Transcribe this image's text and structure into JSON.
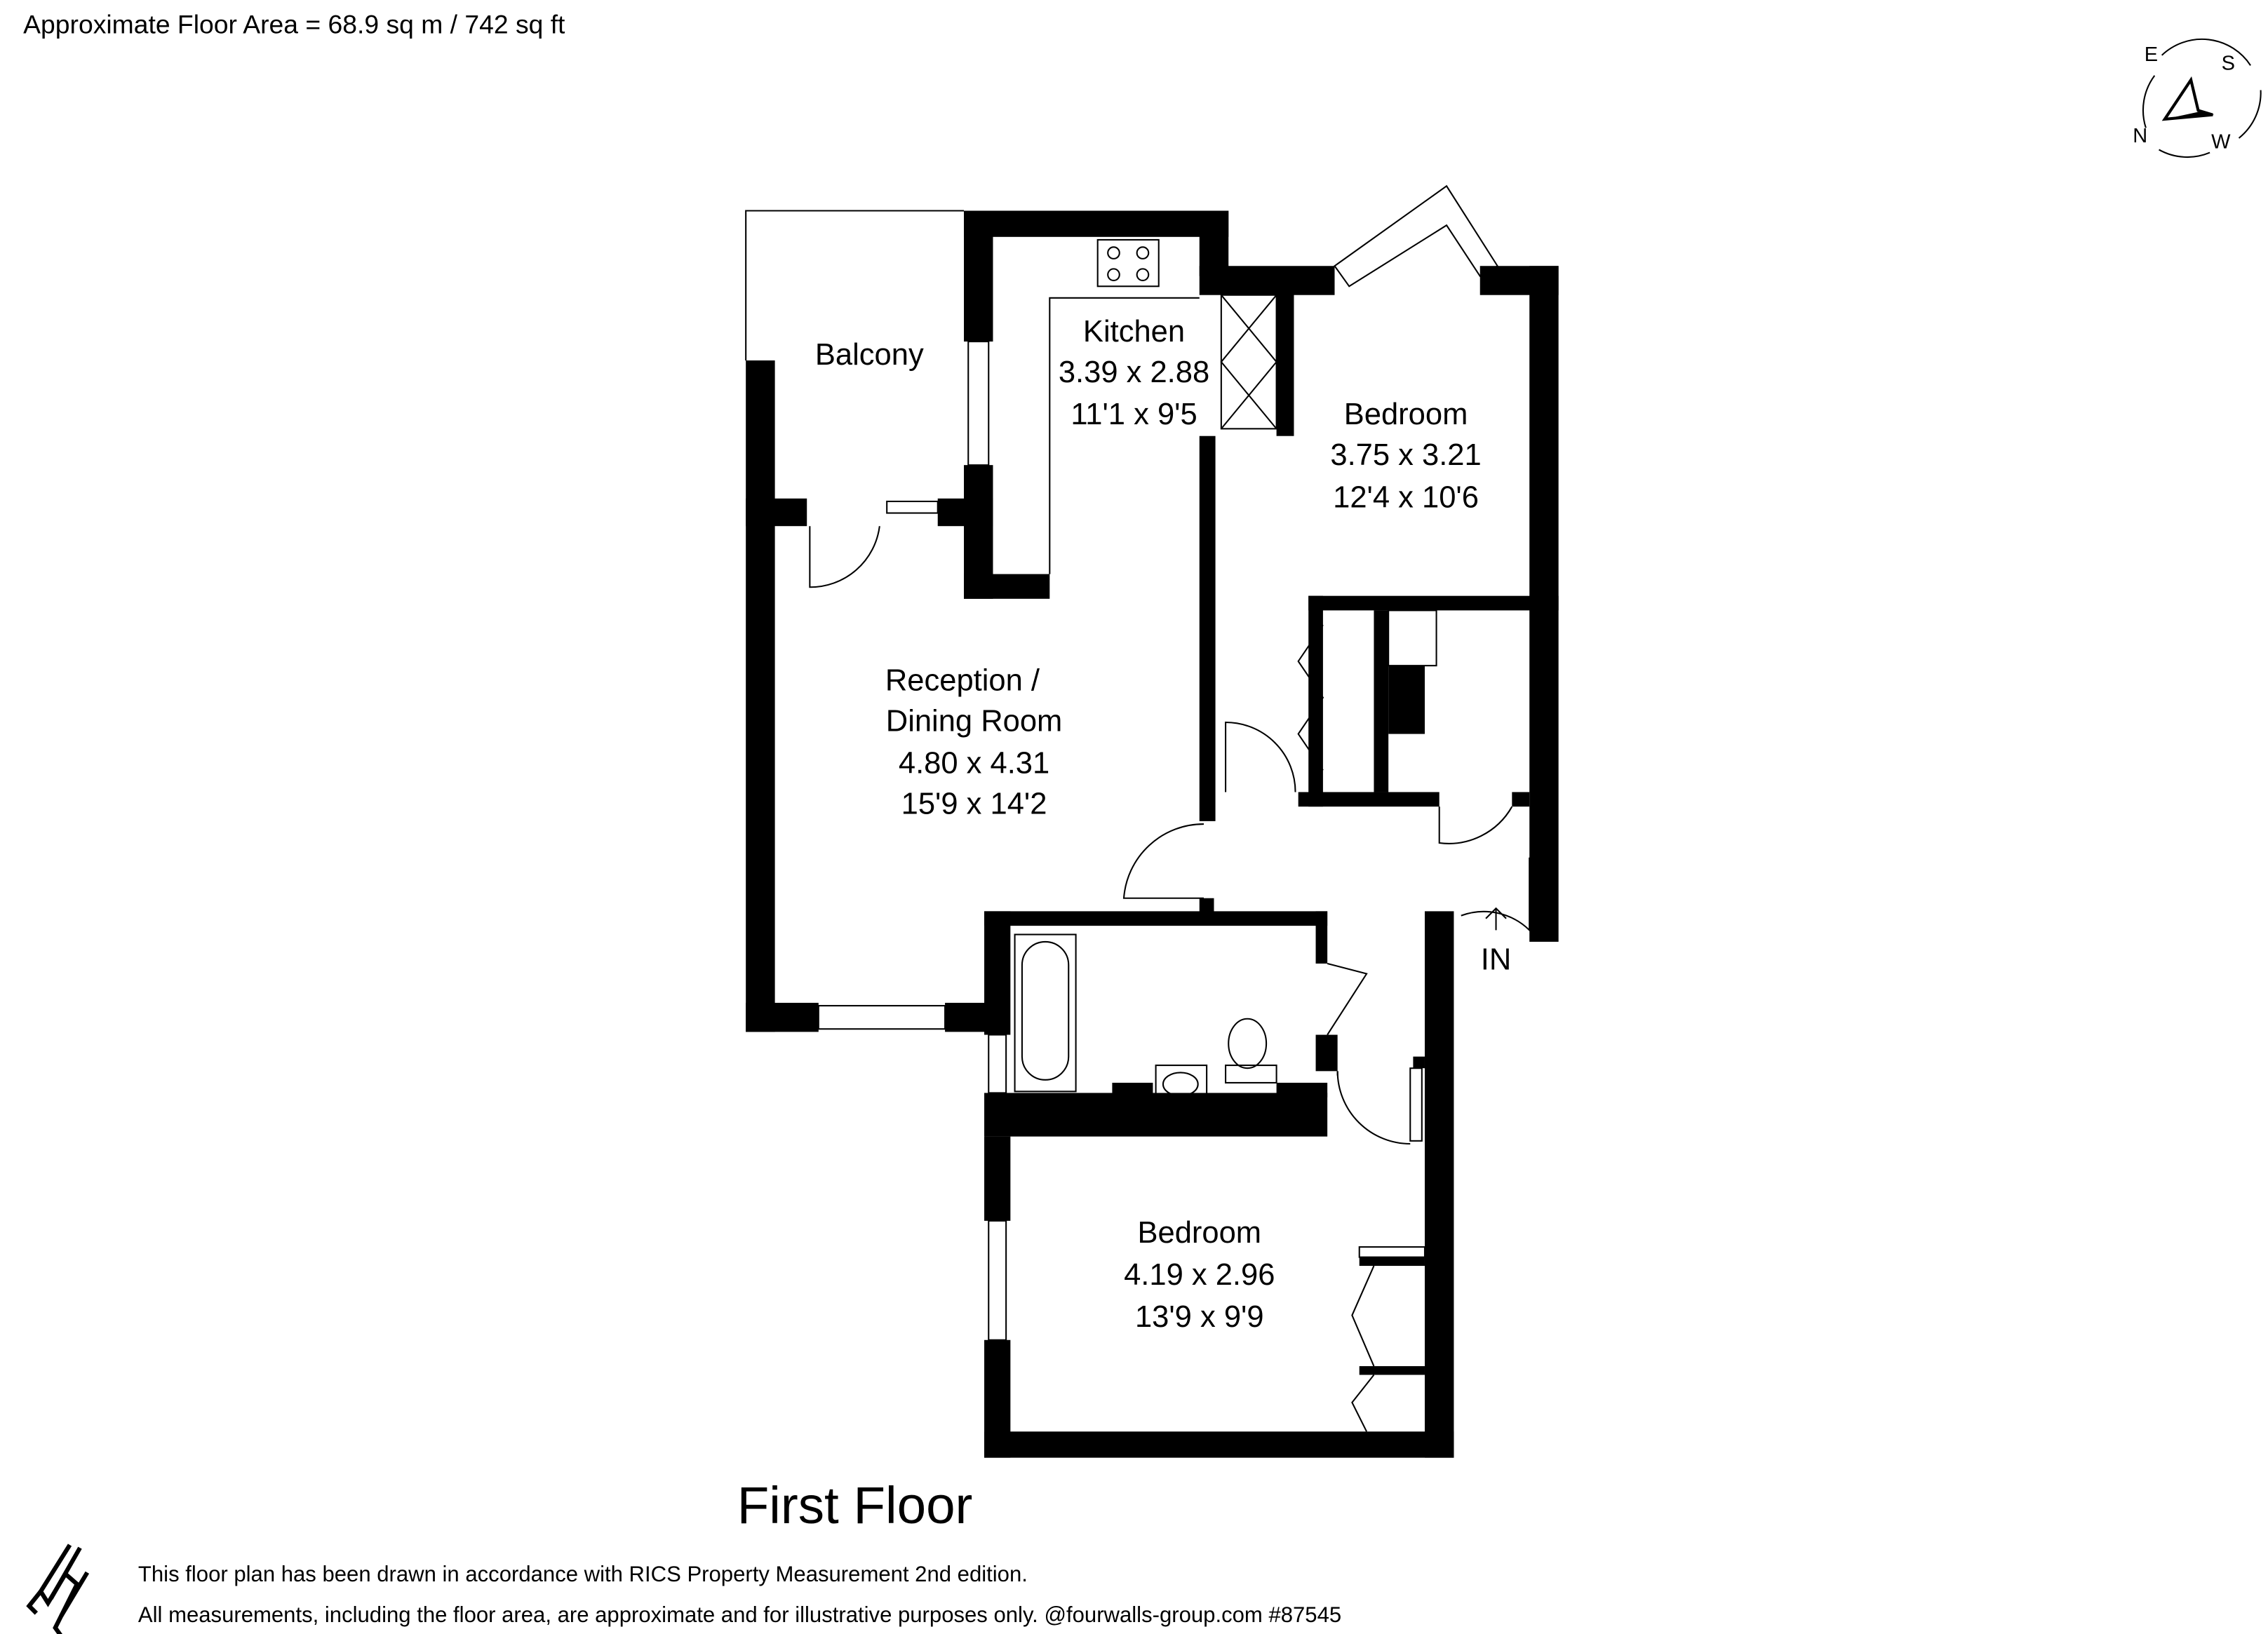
{
  "header": {
    "floor_area": "Approximate Floor Area = 68.9 sq m / 742 sq ft"
  },
  "compass": {
    "n": "N",
    "e": "E",
    "s": "S",
    "w": "W"
  },
  "rooms": {
    "balcony": {
      "name": "Balcony"
    },
    "kitchen": {
      "name": "Kitchen",
      "metric": "3.39 x 2.88",
      "imperial": "11'1 x 9'5"
    },
    "bedroom1": {
      "name": "Bedroom",
      "metric": "3.75 x 3.21",
      "imperial": "12'4 x 10'6"
    },
    "reception": {
      "name_line1": "Reception /",
      "name_line2": "Dining Room",
      "metric": "4.80 x 4.31",
      "imperial": "15'9 x 14'2"
    },
    "bedroom2": {
      "name": "Bedroom",
      "metric": "4.19 x 2.96",
      "imperial": "13'9 x 9'9"
    }
  },
  "entrance": "IN",
  "floor_title": "First Floor",
  "footer": {
    "line1": "This floor plan has been drawn in accordance with RICS Property Measurement 2nd edition.",
    "line2": "All measurements, including the floor area, are approximate and for illustrative purposes only. @fourwalls-group.com #87545",
    "logo_icon": "fourwalls-logo-icon"
  }
}
